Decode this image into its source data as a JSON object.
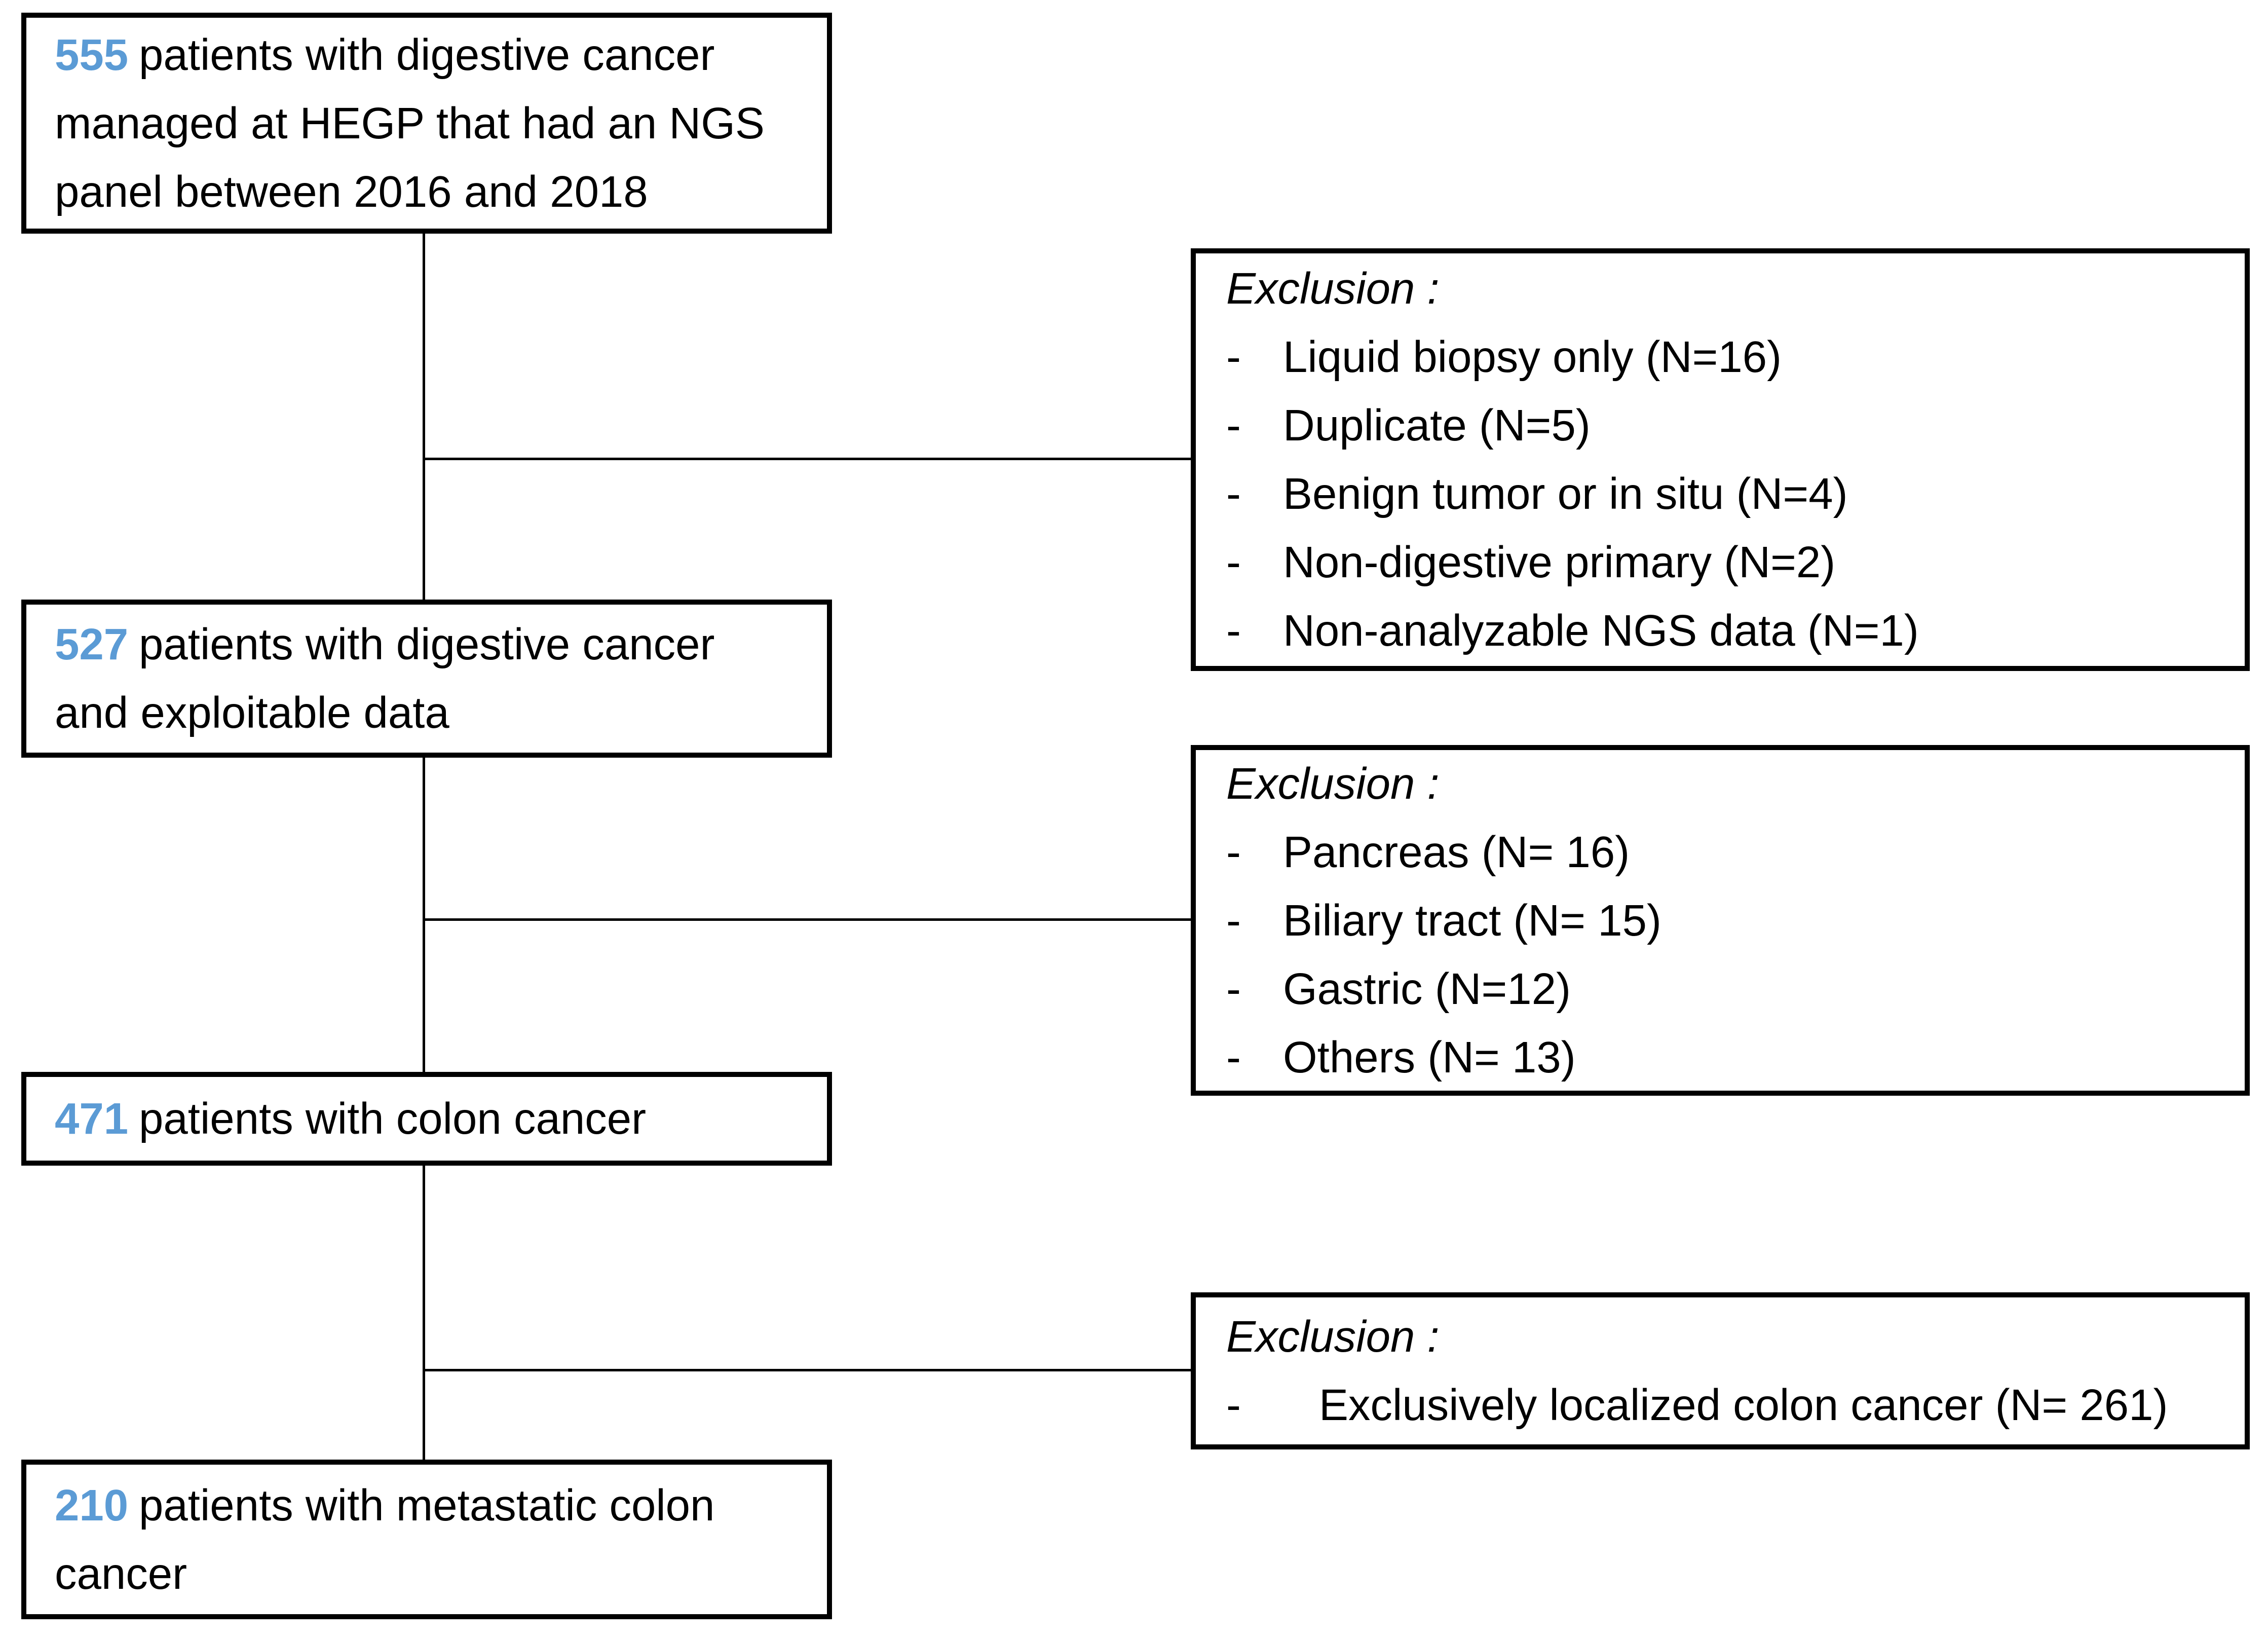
{
  "figure": {
    "type": "patient-flow-diagram",
    "accent_color": "#5b9bd5",
    "line_color": "#000000"
  },
  "flow_boxes": [
    {
      "number": "555",
      "line1": "patients with digestive cancer",
      "line2": "managed at HEGP that had an NGS",
      "line3": "panel between 2016 and 2018"
    },
    {
      "number": "527",
      "line1": "patients with digestive cancer",
      "line2": "and exploitable data"
    },
    {
      "number": "471",
      "line1": "patients with colon cancer"
    },
    {
      "number": "210",
      "line1": "patients with metastatic colon",
      "line2": "cancer"
    }
  ],
  "exclusion_boxes": [
    {
      "heading": "Exclusion :",
      "bullet": "-",
      "items": [
        "Liquid biopsy only (N=16)",
        "Duplicate (N=5)",
        "Benign tumor or in situ (N=4)",
        "Non-digestive primary (N=2)",
        "Non-analyzable NGS data (N=1)"
      ]
    },
    {
      "heading": "Exclusion :",
      "bullet": "-",
      "items": [
        "Pancreas (N= 16)",
        "Biliary tract (N= 15)",
        "Gastric (N=12)",
        "Others (N= 13)"
      ]
    },
    {
      "heading": "Exclusion :",
      "bullet": "-",
      "items": [
        "Exclusively localized colon cancer (N= 261)"
      ]
    }
  ]
}
